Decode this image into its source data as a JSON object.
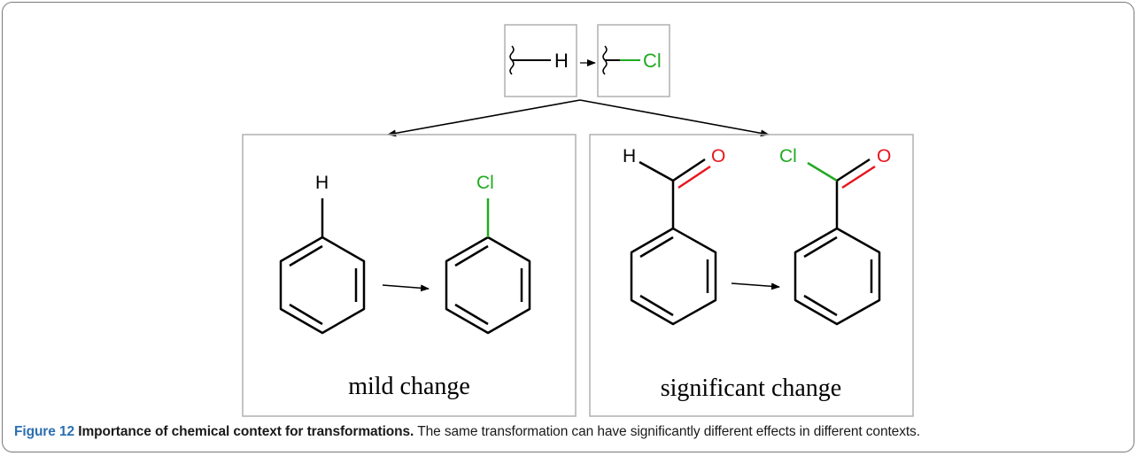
{
  "figure": {
    "transform": {
      "left_atom": "H",
      "right_atom": "Cl"
    },
    "left_panel": {
      "reactant_atom": "H",
      "product_atom": "Cl",
      "label": "mild change"
    },
    "right_panel": {
      "reactant_atom": "H",
      "reactant_o": "O",
      "product_atom": "Cl",
      "product_o": "O",
      "label": "significant change"
    },
    "colors": {
      "chlorine": "#22aa22",
      "oxygen": "#e8161e",
      "bond": "#000000",
      "caption_head": "#2b6fb0"
    }
  },
  "caption": {
    "head": "Figure 12",
    "title": "Importance of chemical context for transformations.",
    "body": "The same transformation can have significantly different effects in different contexts."
  }
}
